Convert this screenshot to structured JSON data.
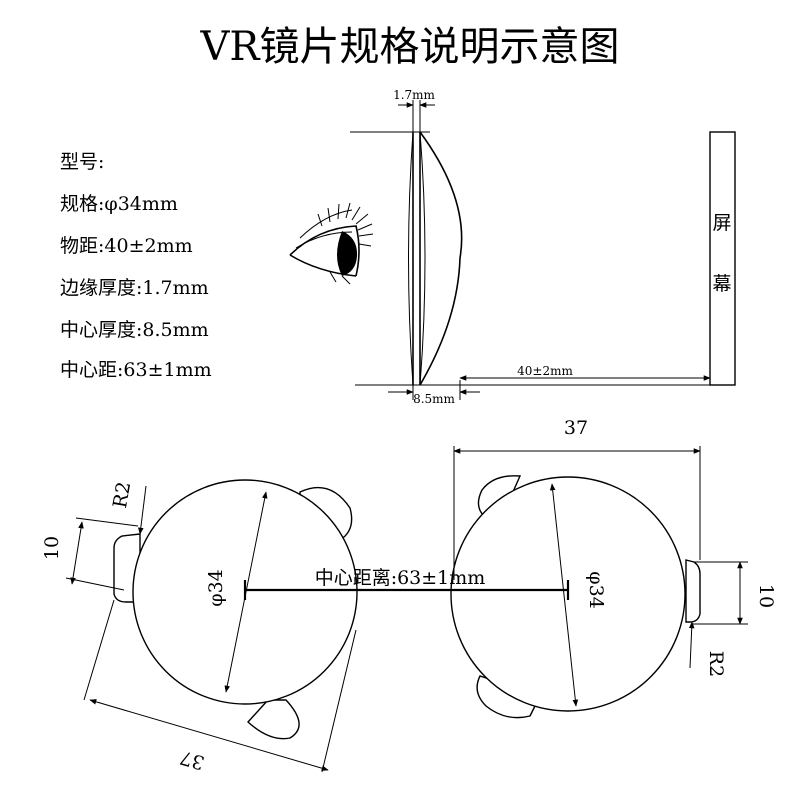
{
  "title": "VR镜片规格说明示意图",
  "specs": {
    "model": "型号:",
    "size": "规格:φ34mm",
    "object_distance": "物距:40±2mm",
    "edge_thickness": "边缘厚度:1.7mm",
    "center_thickness": "中心厚度:8.5mm",
    "center_distance": "中心距:63±1mm"
  },
  "side_view": {
    "edge_thickness_label": "1.7mm",
    "center_thickness_label": "8.5mm",
    "object_distance_label": "40±2mm",
    "screen_label_top": "屏",
    "screen_label_bottom": "幕"
  },
  "front_view": {
    "center_distance_label": "中心距离:63±1mm",
    "left_lens": {
      "diameter_label": "φ34",
      "width_label": "37",
      "tab_label": "10",
      "radius_label": "R2"
    },
    "right_lens": {
      "diameter_label": "φ34",
      "width_label": "37",
      "tab_label": "10",
      "radius_label": "R2"
    }
  }
}
